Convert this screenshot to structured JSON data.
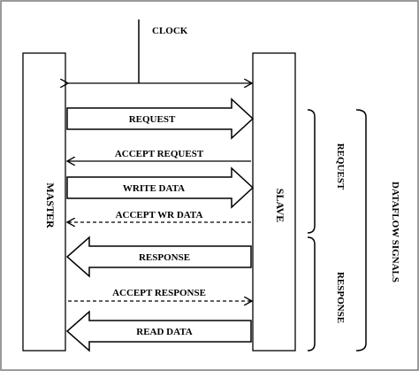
{
  "labels": {
    "clock": "CLOCK",
    "master": "MASTER",
    "slave": "SLAVE",
    "group_request": "REQUEST",
    "group_response": "RESPONSE",
    "dataflow": "DATAFLOW SIGNALS"
  },
  "signals": [
    {
      "label": "REQUEST",
      "direction": "to-slave",
      "style": "block-arrow"
    },
    {
      "label": "ACCEPT REQUEST",
      "direction": "to-master",
      "style": "solid-line"
    },
    {
      "label": "WRITE DATA",
      "direction": "to-slave",
      "style": "block-arrow"
    },
    {
      "label": "ACCEPT WR DATA",
      "direction": "to-master",
      "style": "dashed-line"
    },
    {
      "label": "RESPONSE",
      "direction": "to-master",
      "style": "block-arrow"
    },
    {
      "label": "ACCEPT RESPONSE",
      "direction": "to-slave",
      "style": "dashed-line"
    },
    {
      "label": "READ DATA",
      "direction": "to-master",
      "style": "block-arrow"
    }
  ],
  "colors": {
    "stroke": "#000000",
    "background": "#ffffff",
    "frame": "#7a7a7a"
  }
}
